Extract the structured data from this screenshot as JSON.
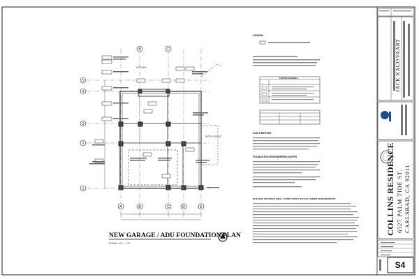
{
  "drawing": {
    "title": "NEW GARAGE / ADU FOUNDATION PLAN",
    "scale": "SCALE: 1/4\" = 1'-0\"",
    "grid_letters": [
      "A",
      "B",
      "C",
      "D",
      "E"
    ],
    "grid_numbers": [
      "5",
      "4",
      "3",
      "2",
      "1"
    ],
    "room_labels": [
      "KITCHEN",
      "ENTRY FRONT"
    ]
  },
  "notes": {
    "legend": "LEGEND",
    "footing_schedule": "FOOTING SCHEDULE",
    "soils_report": "SOILS REPORT",
    "foundation_notes": "FOUNDATION ENGINEERING NOTES",
    "building_notes": "BUILDING FOOTINGS SHALL COMPLY WITH THE FOLLOWING REQUIREMENTS:"
  },
  "title_block": {
    "designer": "JACK KALISVAART",
    "project_name": "COLLINS RESIDENCE",
    "address_line1": "6527 PALM TIDE ST.",
    "address_line2": "CARLSBAD, CA 92011",
    "sheet_number": "S4"
  }
}
